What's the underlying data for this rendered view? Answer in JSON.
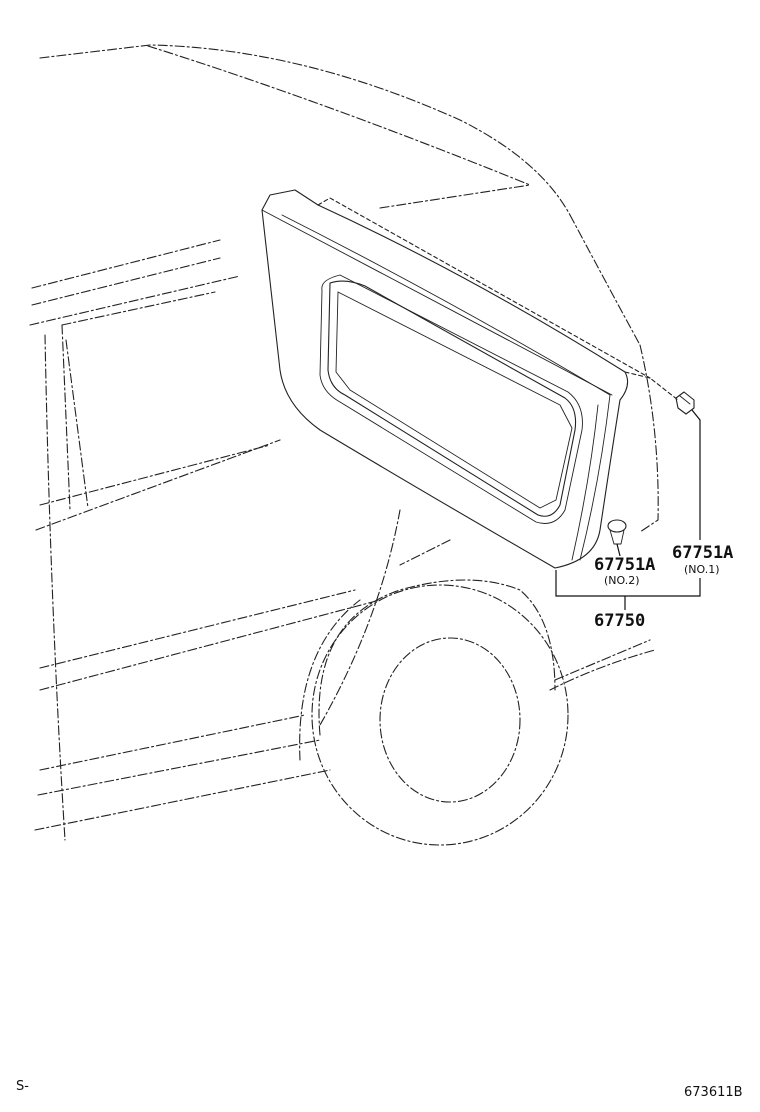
{
  "callouts": {
    "clip_no1": {
      "part": "67751A",
      "note": "(NO.1)"
    },
    "clip_no2": {
      "part": "67751A",
      "note": "(NO.2)"
    },
    "trim_panel": {
      "part": "67750"
    }
  },
  "corner_left": "S-",
  "illustration_code": "673611B"
}
